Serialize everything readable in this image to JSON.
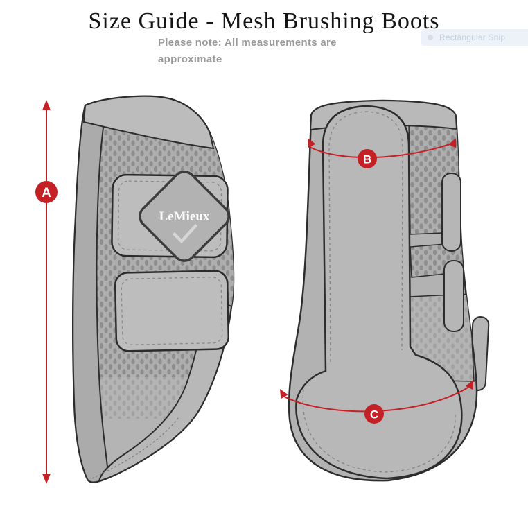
{
  "page": {
    "title": "Size Guide - Mesh Brushing Boots",
    "note": {
      "line1": "Please note: All measurements are",
      "line2": "approximate"
    }
  },
  "snip_tooltip": {
    "label": "Rectangular Snip"
  },
  "diagram": {
    "brand_logo": "LeMieux",
    "markers": {
      "a": "A",
      "b": "B",
      "c": "C"
    }
  },
  "colors": {
    "accent_red": "#c42127",
    "boot_gray": "#b3b3b3",
    "boot_light_gray": "#bdbdbd",
    "boot_outline": "#2d2d2d",
    "mesh_dot": "#8e8e8e",
    "title_text": "#141414",
    "note_text": "#9a9a9a",
    "snip_bg": "#edf2f9",
    "snip_text": "#c3cfdd"
  }
}
